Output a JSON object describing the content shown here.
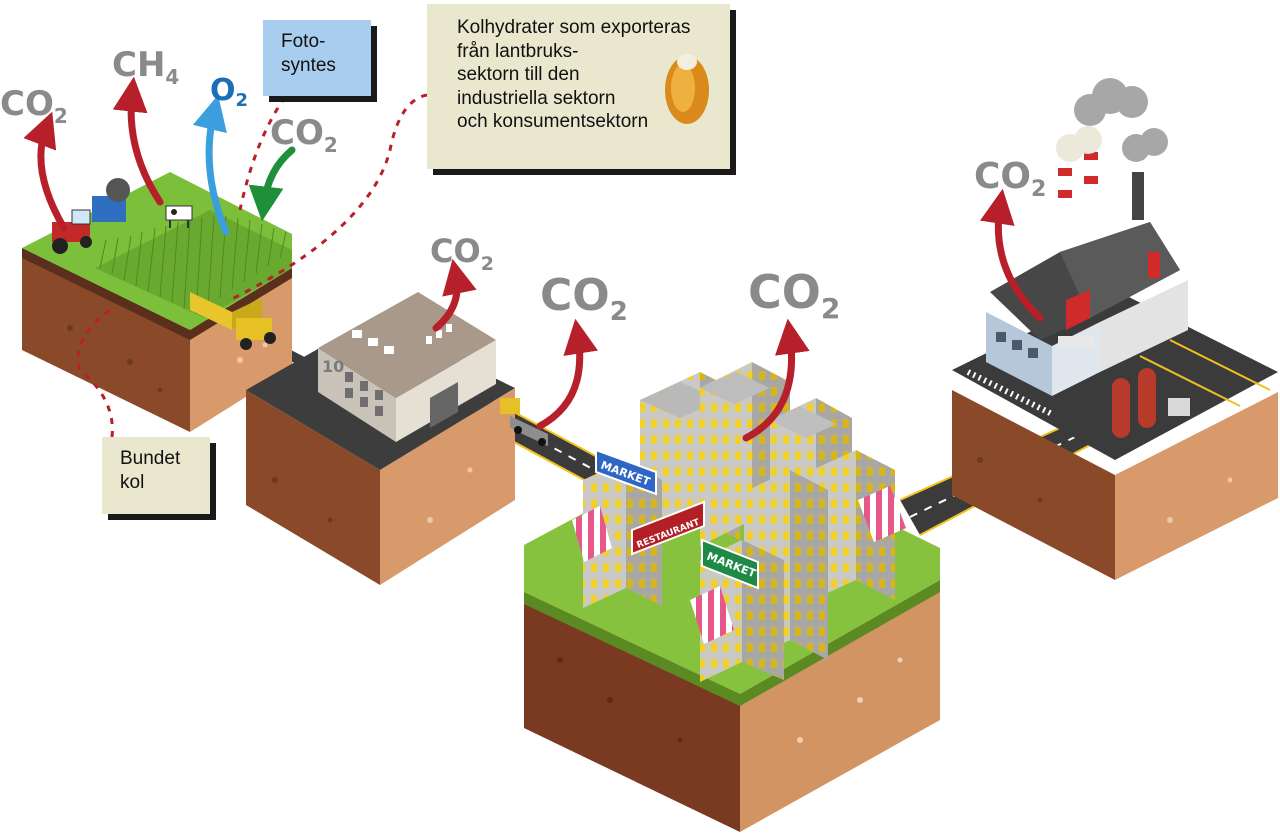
{
  "labels": {
    "fotosyntes": [
      "Foto-",
      "syntes"
    ],
    "kolhydrater": [
      "Kolhydrater som exporteras",
      "från lantbruks-",
      "sektorn till den",
      "industriella sektorn",
      "och konsumentsektorn"
    ],
    "bundet_kol": [
      "Bundet",
      "kol"
    ]
  },
  "gases": {
    "co2": "CO",
    "ch4": "CH",
    "o2": "O",
    "sub2": "2",
    "sub4": "4"
  },
  "signs": {
    "market": "MARKET",
    "restaurant": "RESTAURANT",
    "building_number": "10"
  },
  "colors": {
    "arrow_red": "#b7202a",
    "arrow_blue": "#3a9fdc",
    "arrow_green": "#1f8f3a",
    "gas_gray": "#8a8a8a",
    "o2_blue": "#1b6fb8",
    "grass": "#7cbf3a",
    "soil": "#c98457",
    "road": "#3b3b3b",
    "callout_blue": "#a9cdee",
    "callout_beige": "#e9e8cf"
  }
}
